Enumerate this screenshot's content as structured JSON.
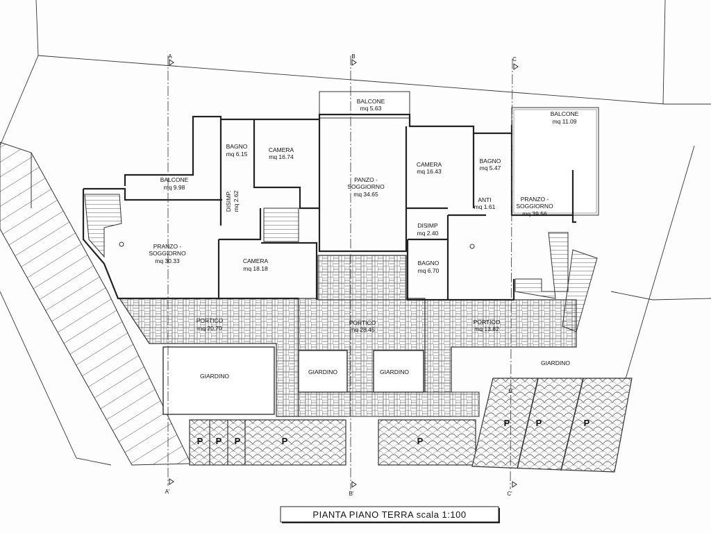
{
  "rooms": {
    "balcone_1": {
      "name": "BALCONE",
      "area": "mq 9.98"
    },
    "balcone_2": {
      "name": "BALCONE",
      "area": "mq 5.63"
    },
    "balcone_3": {
      "name": "BALCONE",
      "area": "mq 11.09"
    },
    "bagno_1": {
      "name": "BAGNO",
      "area": "mq 6.15"
    },
    "bagno_2": {
      "name": "BAGNO",
      "area": "mq 5.47"
    },
    "bagno_3": {
      "name": "BAGNO",
      "area": "mq 6.70"
    },
    "camera_1": {
      "name": "CAMERA",
      "area": "mq 16.74"
    },
    "camera_2": {
      "name": "CAMERA",
      "area": "mq 18.18"
    },
    "camera_3": {
      "name": "CAMERA",
      "area": "mq 16.43"
    },
    "disimp_1": {
      "name": "DISIMP.",
      "area": "mq 2.62"
    },
    "disimp_2": {
      "name": "DISIMP",
      "area": "mq 2.40"
    },
    "anti": {
      "name": "ANTI",
      "area": "mq 1.61"
    },
    "pranzo_1": {
      "name_1": "PRANZO -",
      "name_2": "SOGGIORNO",
      "area": "mq 30.33"
    },
    "pranzo_2": {
      "name_1": "PANZO -",
      "name_2": "SOGGIORNO",
      "area": "mq 34.65"
    },
    "pranzo_3": {
      "name_1": "PRANZO -",
      "name_2": "SOGGIORNO",
      "area": "mq 39.56"
    },
    "portico_1": {
      "name": "PORTICO",
      "area": "mq 20.70"
    },
    "portico_2": {
      "name": "PORTICO",
      "area": "mq 28.45"
    },
    "portico_3": {
      "name": "PORTICO",
      "area": "mq 13.82"
    },
    "giardino_1": {
      "name": "GIARDINO"
    },
    "giardino_2": {
      "name": "GIARDINO"
    },
    "giardino_3": {
      "name": "GIARDINO"
    },
    "giardino_4": {
      "name": "GIARDINO"
    }
  },
  "parking_label": "P",
  "section_marks": {
    "a_top": "A",
    "a_bottom": "A'",
    "b_top": "B",
    "b_bottom": "B'",
    "c_top": "C",
    "c_bottom": "C'",
    "b_mid": "B'"
  },
  "title": "PIANTA PIANO TERRA scala 1:100"
}
